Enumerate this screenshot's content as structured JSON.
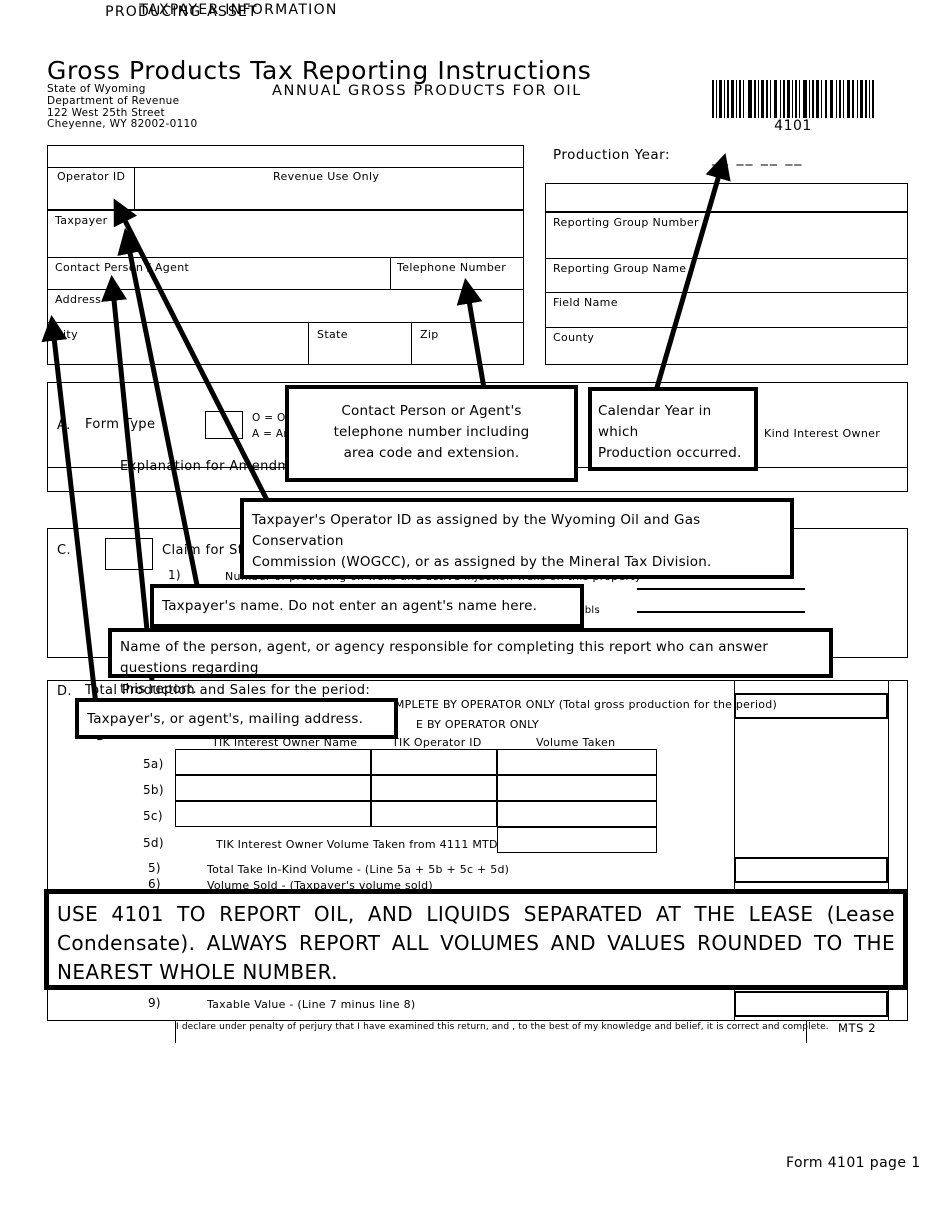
{
  "header": {
    "title": "Gross Products Tax Reporting Instructions",
    "subtitle": "ANNUAL GROSS PRODUCTS FOR OIL",
    "agency": {
      "line1": "State of Wyoming",
      "line2": "Department of Revenue",
      "line3": "122 West 25th Street",
      "line4": "Cheyenne, WY 82002-0110"
    },
    "barcode_number": "4101"
  },
  "taxpayer_information": {
    "title": "TAXPAYER INFORMATION",
    "fields": {
      "operator_id": "Operator ID",
      "revenue_use_only": "Revenue Use Only",
      "taxpayer": "Taxpayer",
      "contact_person_agent": "Contact Person / Agent",
      "telephone_number": "Telephone Number",
      "address": "Address",
      "city": "City",
      "state": "State",
      "zip": "Zip"
    }
  },
  "production_year": {
    "label": "Production Year:",
    "blank": "__ __ __ __"
  },
  "producing_asset": {
    "title": "PRODUCING ASSET",
    "fields": {
      "reporting_group_number": "Reporting Group Number",
      "reporting_group_name": "Reporting Group Name",
      "field_name": "Field Name",
      "county": "County"
    }
  },
  "section_a": {
    "letter": "A.",
    "heading": "Form Type",
    "option_o": "O = Or",
    "option_a": "A = Am",
    "explanation_label": "Explanation for Amendme",
    "right_partial": "Kind Interest Owner"
  },
  "section_c": {
    "letter": "C.",
    "heading": "Claim for St",
    "line_1_no": "1)",
    "line_1_text": "Number of producing oil wells and active injection wells on this property",
    "unit_bbls": "bbls"
  },
  "section_d": {
    "letter": "D.",
    "heading": "Total Production and Sales for the period:",
    "line_3_partial": "COMPLETE BY OPERATOR ONLY (Total gross production for the period)",
    "line_4_partial": "E BY OPERATOR ONLY",
    "tik_headers": {
      "owner_name": "TIK Interest Owner Name",
      "operator_id": "TIK Operator ID",
      "volume_taken": "Volume Taken"
    },
    "rows": [
      {
        "no": "5a)",
        "text": ""
      },
      {
        "no": "5b)",
        "text": ""
      },
      {
        "no": "5c)",
        "text": ""
      },
      {
        "no": "5d)",
        "text": "TIK Interest Owner Volume Taken from 4111 MTD"
      },
      {
        "no": "5)",
        "text": "Total Take In-Kind Volume - (Line 5a + 5b + 5c + 5d)"
      },
      {
        "no": "6)",
        "text": "Volume Sold - (Taxpayer's volume sold)"
      },
      {
        "no": "9)",
        "text": "Taxable Value - (Line 7 minus line 8)"
      }
    ]
  },
  "callouts": {
    "telephone": "Contact Person or Agent's telephone number including area code and extension.",
    "telephone_lines": [
      "Contact Person or Agent's",
      "telephone number including",
      "area code and extension."
    ],
    "calendar_year_lines": [
      "Calendar Year in which",
      "Production occurred."
    ],
    "operator_id_lines": [
      "Taxpayer's Operator ID as assigned by the Wyoming Oil and Gas Conservation",
      "Commission (WOGCC), or as assigned by the Mineral Tax Division."
    ],
    "taxpayer_name": "Taxpayer's name. Do not enter an agent's name here.",
    "contact_person_lines": [
      "Name of the person, agent, or agency responsible for completing this report who can answer questions regarding",
      "this report."
    ],
    "mailing_address": "Taxpayer's, or agent's, mailing address.",
    "big_note": "USE 4101 TO REPORT OIL, AND LIQUIDS SEPARATED AT THE LEASE (Lease Condensate). ALWAYS REPORT ALL VOLUMES AND VALUES ROUNDED TO THE NEAREST WHOLE NUMBER."
  },
  "footer": {
    "declaration": "I declare under penalty of perjury that I have examined this return, and , to the best of my knowledge and belief, it is correct and complete.",
    "mts": "MTS 2",
    "form_page": "Form 4101 page 1"
  },
  "colors": {
    "ink": "#000000",
    "paper": "#ffffff"
  }
}
